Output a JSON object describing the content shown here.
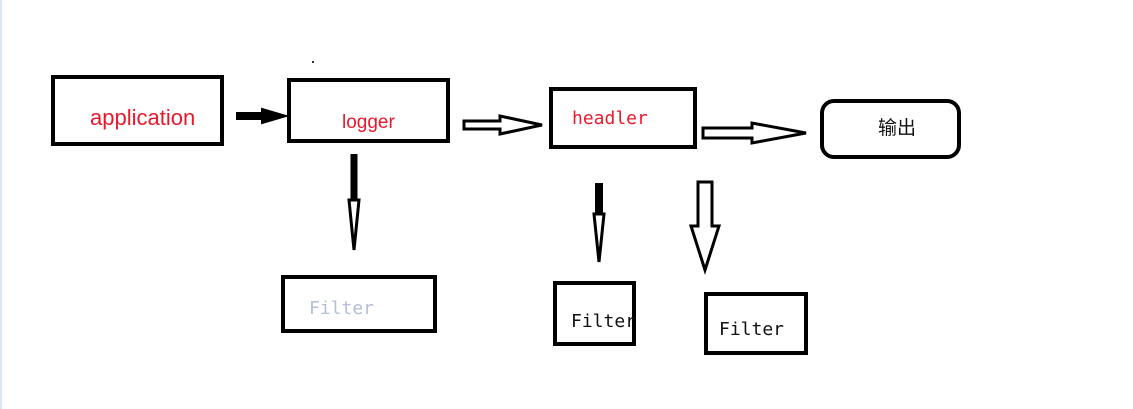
{
  "nodes": {
    "application": {
      "label": "application",
      "color": "#e8192c"
    },
    "logger": {
      "label": "logger",
      "color": "#e8192c"
    },
    "handler": {
      "label": "headler",
      "color": "#e8192c"
    },
    "output": {
      "label": "输出",
      "color": "#111111"
    },
    "filter_logger": {
      "label": "Filter",
      "color": "#b4bfd4"
    },
    "filter_handler_1": {
      "label": "Filter",
      "color": "#111111"
    },
    "filter_handler_2": {
      "label": "Filter",
      "color": "#111111"
    }
  },
  "arrows": [
    {
      "from": "application",
      "to": "logger",
      "style": "solid"
    },
    {
      "from": "logger",
      "to": "handler",
      "style": "hollow"
    },
    {
      "from": "handler",
      "to": "output",
      "style": "hollow"
    },
    {
      "from": "logger",
      "to": "filter_logger",
      "style": "solid"
    },
    {
      "from": "handler",
      "to": "filter_handler_1",
      "style": "solid"
    },
    {
      "from": "handler",
      "to": "filter_handler_2",
      "style": "hollow"
    }
  ],
  "colors": {
    "stroke": "#000000",
    "background": "#ffffff"
  }
}
